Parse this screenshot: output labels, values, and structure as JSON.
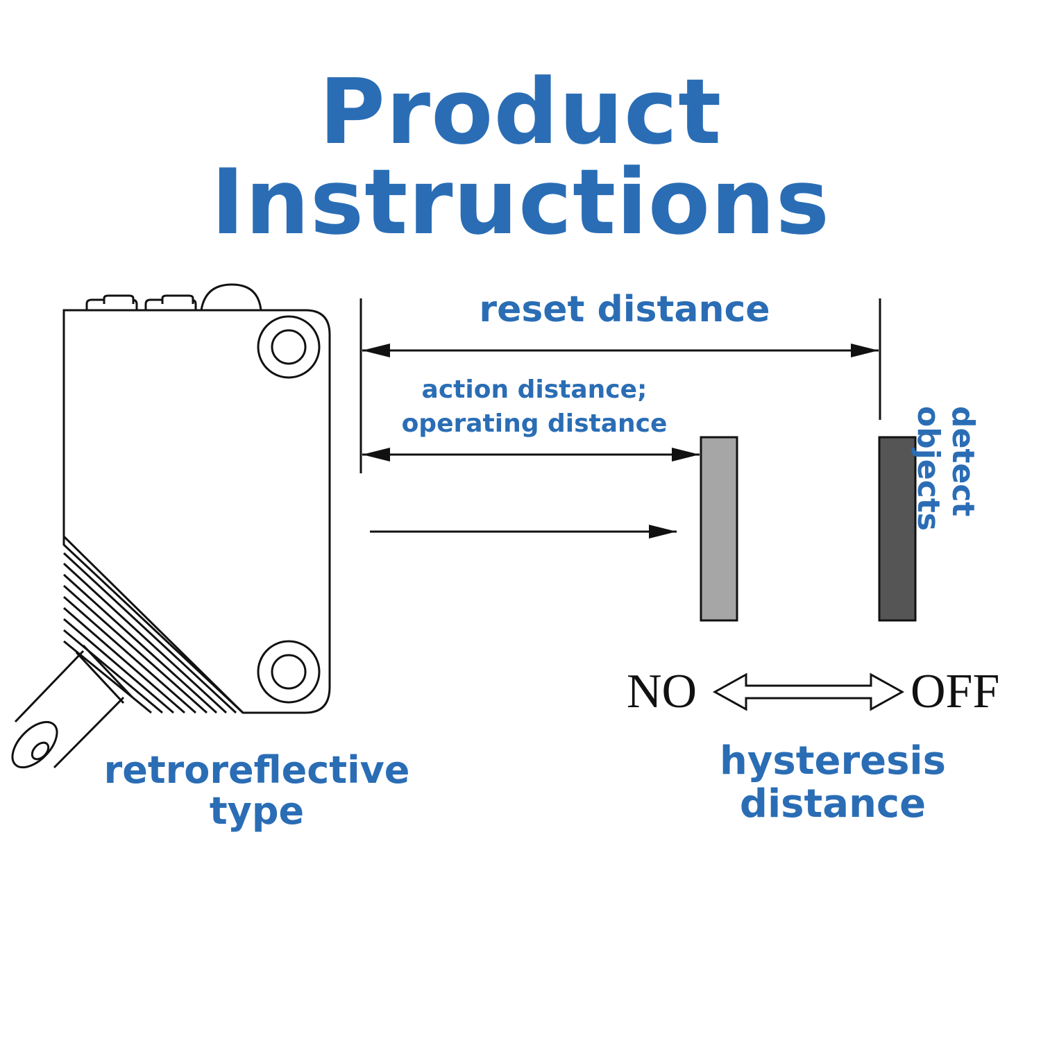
{
  "title": "Product Instructions",
  "labels": {
    "reset_distance": "reset distance",
    "action_distance_line1": "action distance;",
    "action_distance_line2": "operating distance",
    "detect_objects": "detect objects",
    "sensor_type_line1": "retroreflective",
    "sensor_type_line2": "type",
    "hysteresis_line1": "hysteresis",
    "hysteresis_line2": "distance"
  },
  "states": {
    "on": "NO",
    "off": "OFF"
  },
  "colors": {
    "label_blue": "#2a6db5",
    "object_near": "#a6a6a6",
    "object_far": "#555555",
    "line": "#111111"
  }
}
